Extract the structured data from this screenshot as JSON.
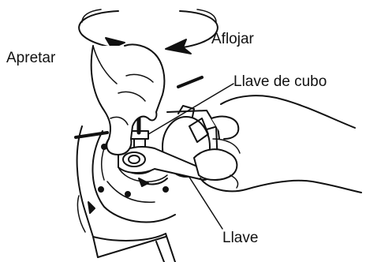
{
  "labels": {
    "tighten": "Apretar",
    "loosen": "Aflojar",
    "socket_wrench": "Llave de cubo",
    "wrench": "Llave"
  },
  "colors": {
    "ink": "#111111",
    "background": "#ffffff"
  },
  "icons": [
    "rotate-clockwise-arrow-icon",
    "rotate-counterclockwise-arrow-icon",
    "rotation-direction-arrow-icon"
  ]
}
